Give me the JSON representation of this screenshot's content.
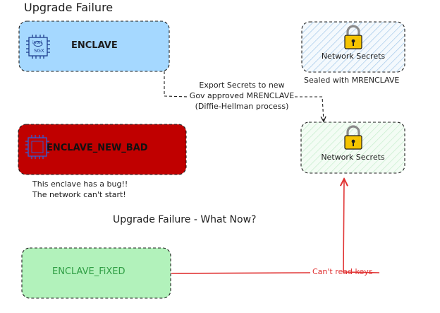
{
  "title": "Upgrade Failure",
  "enclave": {
    "label": "ENCLAVE",
    "chip_text_top": "intel",
    "chip_text_bottom": "SGX",
    "icon": "cpu-chip-icon",
    "fill": "#a5d8ff"
  },
  "secrets_top": {
    "label": "Network Secrets",
    "icon": "lock-icon",
    "caption": "Sealed with MRENCLAVE"
  },
  "export_note": {
    "line1": "Export Secrets to new",
    "line2": "Gov approved MRENCLAVE",
    "line3": "(Diffie-Hellman process)"
  },
  "secrets_bottom": {
    "label": "Network Secrets",
    "icon": "lock-icon"
  },
  "enclave_bad": {
    "label": "ENCLAVE_NEW_BAD",
    "icon": "cpu-chip-icon",
    "fill": "#c00000",
    "note_line1": "This enclave has a bug!!",
    "note_line2": "The network can't start!"
  },
  "subtitle": "Upgrade Failure - What Now?",
  "enclave_fixed": {
    "label": "ENCLAVE_FiXED",
    "fill": "#b2f2bb"
  },
  "red_arrow": {
    "label": "Can't read keys",
    "color": "#e03131"
  }
}
